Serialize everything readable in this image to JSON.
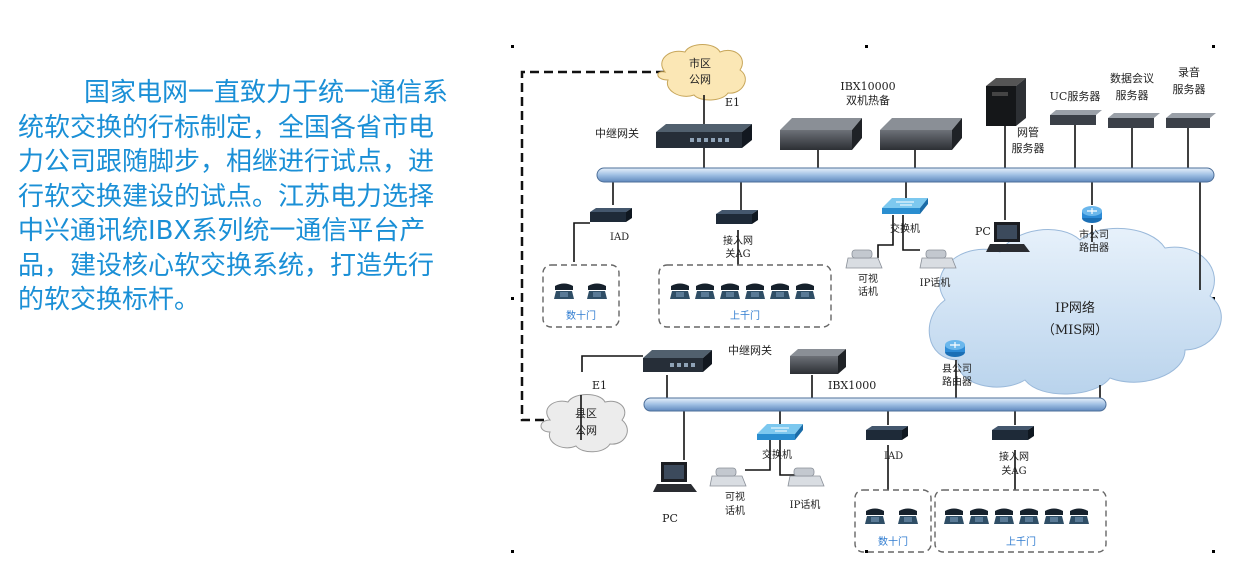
{
  "paragraph": "国家电网一直致力于统一通信系统软交换的行标制定，全国各省市电力公司跟随脚步，相继进行试点，进行软交换建设的试点。江苏电力选择中兴通讯统IBX系列统一通信平台产品，建设核心软交换系统，打造先行的软交换标杆。",
  "diagram": {
    "city_net": [
      "市区",
      "公网"
    ],
    "county_net": [
      "县区",
      "公网"
    ],
    "e1_top": "E1",
    "e1_bottom": "E1",
    "trunk_gw_top": "中继网关",
    "trunk_gw_bottom": "中继网关",
    "ibx10000": [
      "IBX10000",
      "双机热备"
    ],
    "ibx1000": "IBX1000",
    "nm_server": [
      "网管",
      "服务器"
    ],
    "uc_server": "UC服务器",
    "conf_server": [
      "数据会议",
      "服务器"
    ],
    "rec_server": [
      "录音",
      "服务器"
    ],
    "iad_top": "IAD",
    "ag_top": [
      "接入网",
      "关AG"
    ],
    "switch_top": "交换机",
    "video_phone_top": [
      "可视",
      "话机"
    ],
    "ip_phone_top": "IP话机",
    "pc_top": "PC",
    "city_router": [
      "市公司",
      "路由器"
    ],
    "group_tens_top": "数十门",
    "group_thousand_top": "上千门",
    "ip_network": [
      "IP网络",
      "（MIS网）"
    ],
    "county_router": [
      "县公司",
      "路由器"
    ],
    "switch_bottom": "交换机",
    "video_phone_bottom": [
      "可视",
      "话机"
    ],
    "ip_phone_bottom": "IP话机",
    "pc_bottom": "PC",
    "iad_bottom": "IAD",
    "ag_bottom": [
      "接入网",
      "关AG"
    ],
    "group_tens_bottom": "数十门",
    "group_thousand_bottom": "上千门"
  }
}
